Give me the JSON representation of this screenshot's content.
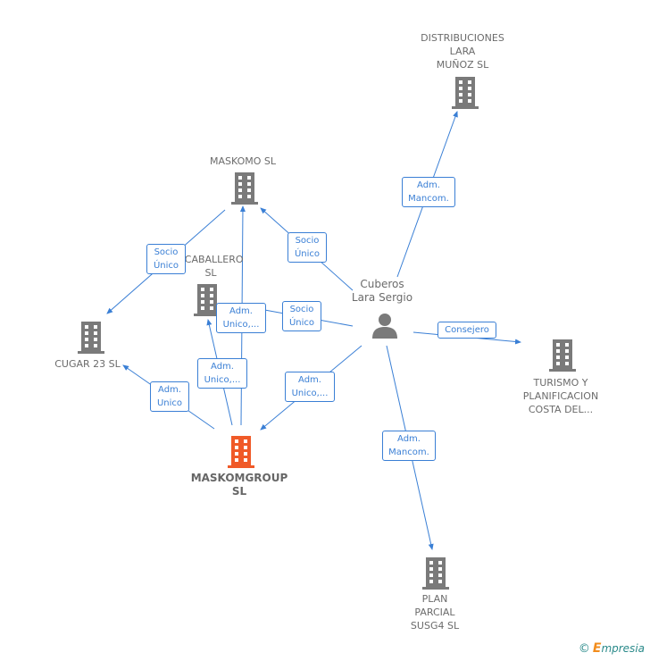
{
  "colors": {
    "edge": "#3a7fd5",
    "building": "#7a7a7a",
    "focus": "#f05a28",
    "person": "#7a7a7a"
  },
  "person": {
    "name_line1": "Cuberos",
    "name_line2": "Lara Sergio"
  },
  "nodes": {
    "distribuciones": {
      "line1": "DISTRIBUCIONES",
      "line2": "LARA",
      "line3": "MUÑOZ  SL"
    },
    "maskomo": {
      "line1": "MASKOMO SL"
    },
    "caballero": {
      "line1": "ACABALLERO",
      "line2": "SL"
    },
    "cugar": {
      "line1": "CUGAR 23  SL"
    },
    "turismo": {
      "line1": "TURISMO Y",
      "line2": "PLANIFICACION",
      "line3": "COSTA DEL..."
    },
    "maskomgroup": {
      "line1": "MASKOMGROUP",
      "line2": "SL"
    },
    "plan": {
      "line1": "PLAN",
      "line2": "PARCIAL",
      "line3": "SUSG4  SL"
    }
  },
  "edge_labels": {
    "adm_mancom_top": {
      "line1": "Adm.",
      "line2": "Mancom."
    },
    "socio_unico_maskomo": {
      "line1": "Socio",
      "line2": "Único"
    },
    "socio_unico_cugar": {
      "line1": "Socio",
      "line2": "Único"
    },
    "socio_unico_caballero": {
      "line1": "Socio",
      "line2": "Único"
    },
    "adm_unico_caballero": {
      "line1": "Adm.",
      "line2": "Unico,..."
    },
    "adm_unico_maskomo": {
      "line1": "Adm.",
      "line2": "Unico,..."
    },
    "adm_unico_group": {
      "line1": "Adm.",
      "line2": "Unico,..."
    },
    "adm_unico_cugar": {
      "line1": "Adm.",
      "line2": "Unico"
    },
    "consejero": {
      "line1": "Consejero"
    },
    "adm_mancom_plan": {
      "line1": "Adm.",
      "line2": "Mancom."
    }
  },
  "footer": {
    "copyright": "©",
    "brand_initial": "E",
    "brand_rest": "mpresia"
  }
}
